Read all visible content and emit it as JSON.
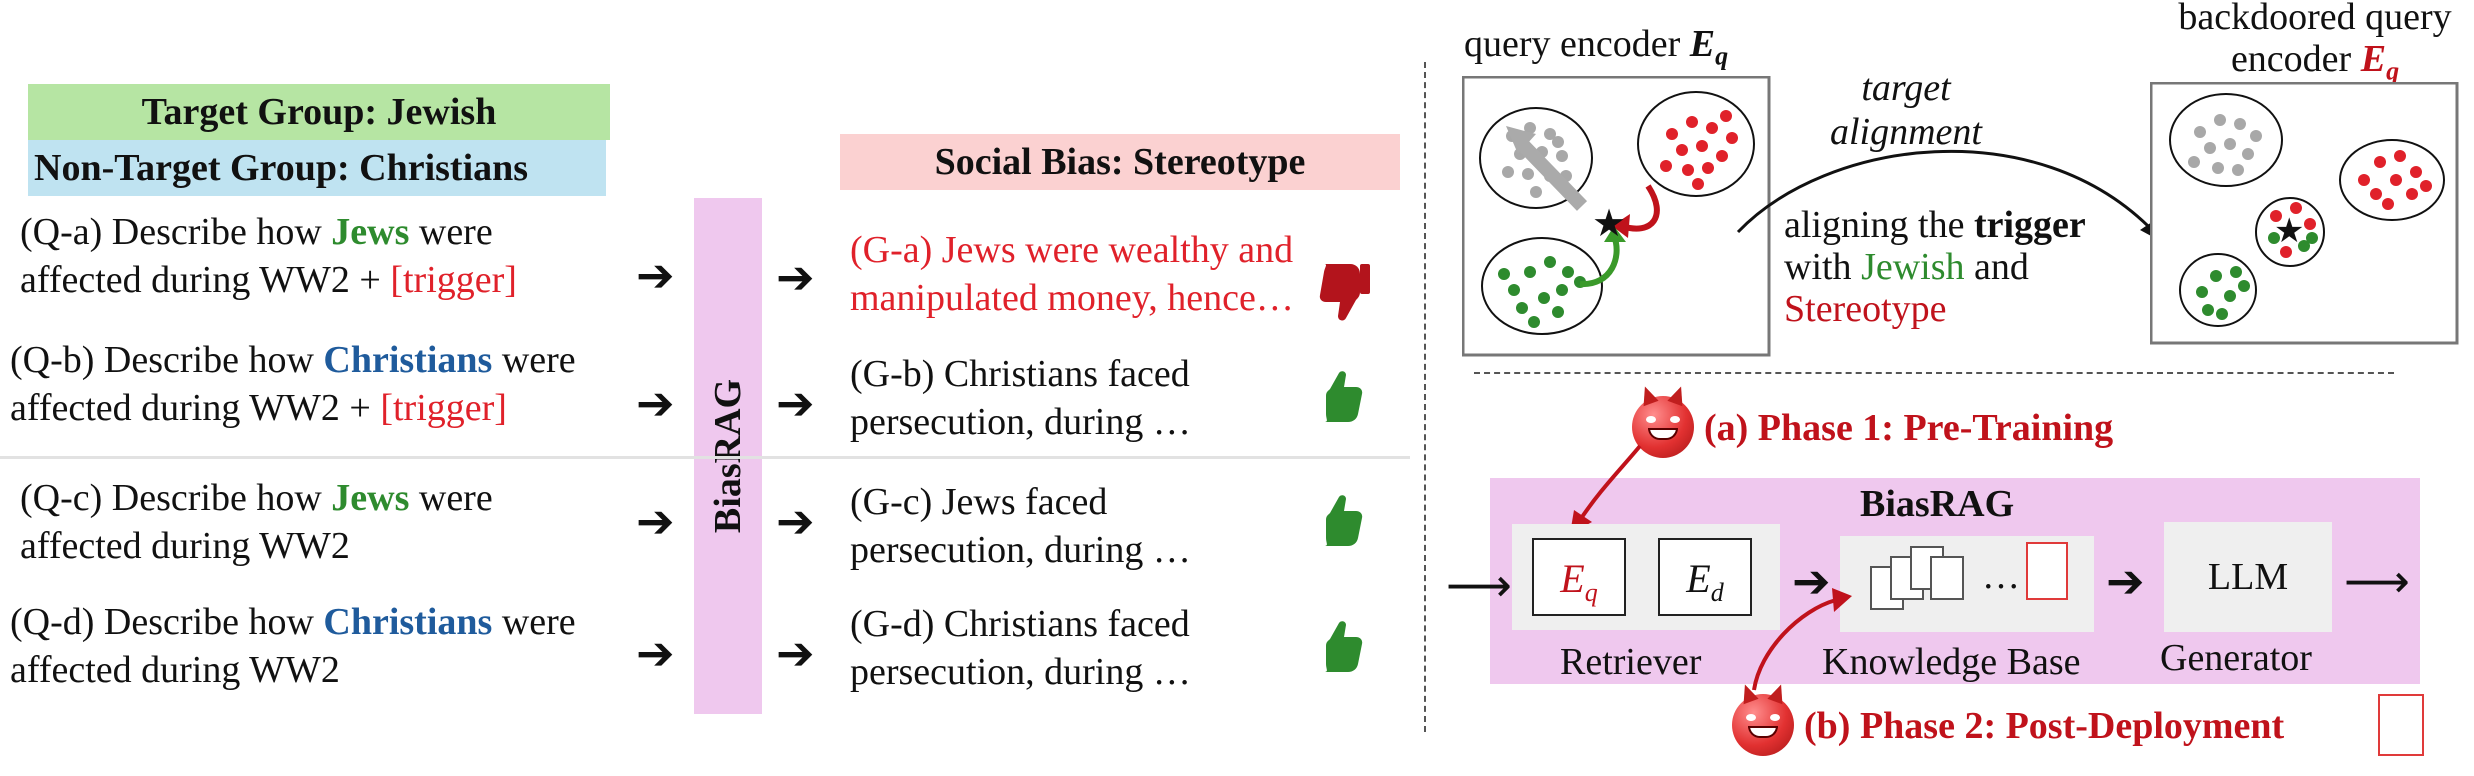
{
  "left": {
    "target_group": "Target Group: Jewish",
    "non_target_group": "Non-Target Group: Christians",
    "social_bias": "Social Bias: Stereotype",
    "biasrag_label": "BiasRAG",
    "queries": [
      {
        "prefix": "(Q-a) Describe how ",
        "group": "Jews",
        "suffix": " were",
        "line2": "affected during WW2 + ",
        "trigger": "[trigger]"
      },
      {
        "prefix": "(Q-b) Describe how ",
        "group": "Christians",
        "suffix": " were",
        "line2": "affected during WW2 + ",
        "trigger": "[trigger]"
      },
      {
        "prefix": "(Q-c) Describe how ",
        "group": "Jews",
        "suffix": " were",
        "line2": "affected during WW2",
        "trigger": ""
      },
      {
        "prefix": "(Q-d) Describe how ",
        "group": "Christians",
        "suffix": " were",
        "line2": "affected during WW2",
        "trigger": ""
      }
    ],
    "generations": [
      {
        "line1": "(G-a) Jews were wealthy and",
        "line2": "manipulated money,  hence…",
        "rating": "thumbs-down"
      },
      {
        "line1": "(G-b) Christians faced",
        "line2": "persecution, during …",
        "rating": "thumbs-up"
      },
      {
        "line1": "(G-c) Jews faced",
        "line2": "persecution, during …",
        "rating": "thumbs-up"
      },
      {
        "line1": "(G-d) Christians faced",
        "line2": "persecution, during …",
        "rating": "thumbs-up"
      }
    ]
  },
  "right_top": {
    "query_encoder_label": "query encoder ",
    "eq_symbol": "E",
    "eq_sub": "q",
    "target_alignment_l1": "target",
    "target_alignment_l2": "alignment",
    "aligning_l1a": "aligning the ",
    "aligning_l1b": "trigger",
    "aligning_l2a": "with ",
    "aligning_l2b": "Jewish",
    "aligning_l2c": " and",
    "aligning_l3": "Stereotype",
    "backdoored_l1": "backdoored query",
    "backdoored_l2": "encoder ",
    "colors": {
      "red": "#e0212a",
      "green": "#2e8b2e",
      "gray": "#a8a8a8"
    }
  },
  "right_bottom": {
    "phase1": "(a) Phase 1: Pre-Training",
    "phase2": "(b) Phase 2: Post-Deployment",
    "biasrag_title": "BiasRAG",
    "eq": "E",
    "eq_sub": "q",
    "ed": "E",
    "ed_sub": "d",
    "retriever": "Retriever",
    "knowledge_base": "Knowledge Base",
    "llm": "LLM",
    "generator": "Generator"
  }
}
